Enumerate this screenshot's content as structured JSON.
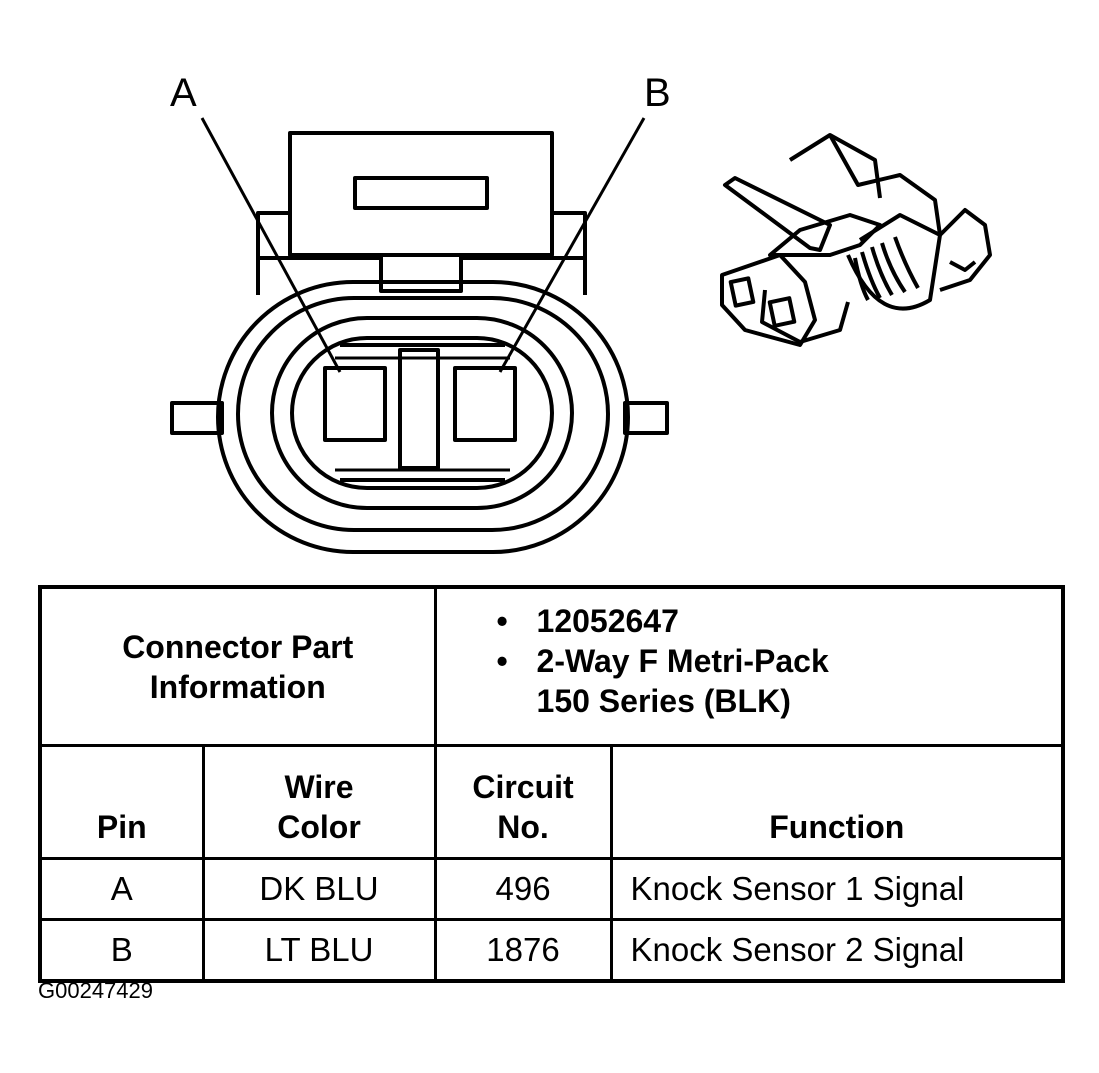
{
  "diagram": {
    "pin_labels": [
      "A",
      "B"
    ]
  },
  "table": {
    "connector_label": "Connector Part Information",
    "connector_values": [
      "12052647",
      "2-Way F Metri-Pack 150 Series (BLK)"
    ],
    "columns": {
      "pin": "Pin",
      "wire_color": "Wire Color",
      "circuit_no": "Circuit No.",
      "function": "Function"
    },
    "rows": [
      {
        "pin": "A",
        "wire_color": "DK BLU",
        "circuit": "496",
        "function": "Knock Sensor 1 Signal"
      },
      {
        "pin": "B",
        "wire_color": "LT BLU",
        "circuit": "1876",
        "function": "Knock Sensor 2 Signal"
      }
    ]
  },
  "caption": "G00247429"
}
